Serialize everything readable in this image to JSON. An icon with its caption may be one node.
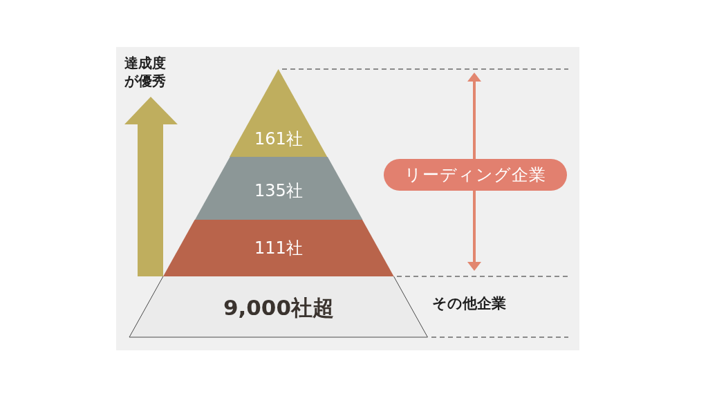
{
  "diagram": {
    "nodes": [
      {
        "text": [
          "161社"
        ]
      },
      {
        "text": [
          "135社"
        ]
      },
      {
        "text": [
          "111社"
        ]
      },
      {
        "text": [
          "9,000社超"
        ]
      },
      {
        "text": [
          "リーディング企業"
        ]
      }
    ],
    "labels": [
      "達成度が優秀",
      "その他企業"
    ]
  }
}
